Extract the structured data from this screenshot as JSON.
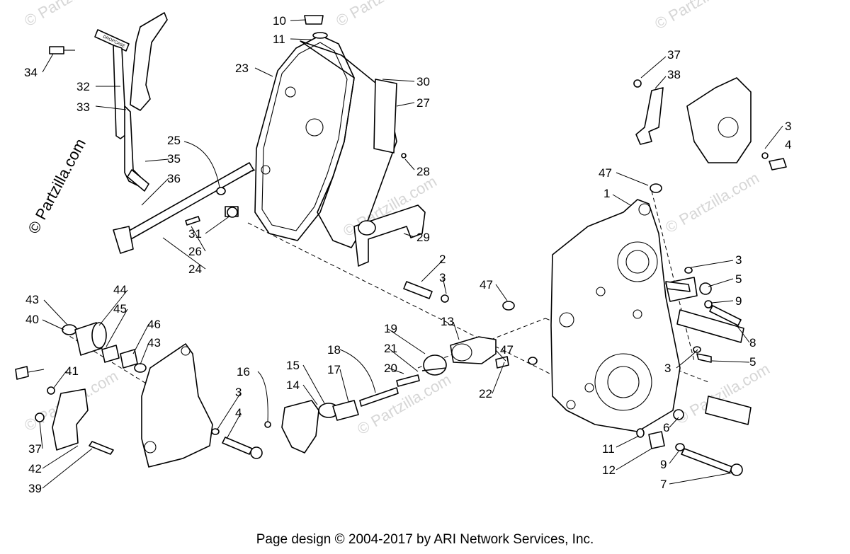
{
  "watermark": "© Partzilla.com",
  "copyright": "Page design © 2004-2017 by ARI Network Services, Inc.",
  "callouts": [
    "1",
    "2",
    "3",
    "4",
    "5",
    "6",
    "7",
    "8",
    "9",
    "10",
    "11",
    "12",
    "13",
    "14",
    "15",
    "16",
    "17",
    "18",
    "19",
    "20",
    "21",
    "22",
    "23",
    "24",
    "25",
    "26",
    "27",
    "28",
    "29",
    "30",
    "31",
    "32",
    "33",
    "34",
    "35",
    "36",
    "37",
    "38",
    "39",
    "40",
    "41",
    "42",
    "43",
    "44",
    "45",
    "46",
    "47"
  ],
  "handle_text": "DROPCASE"
}
